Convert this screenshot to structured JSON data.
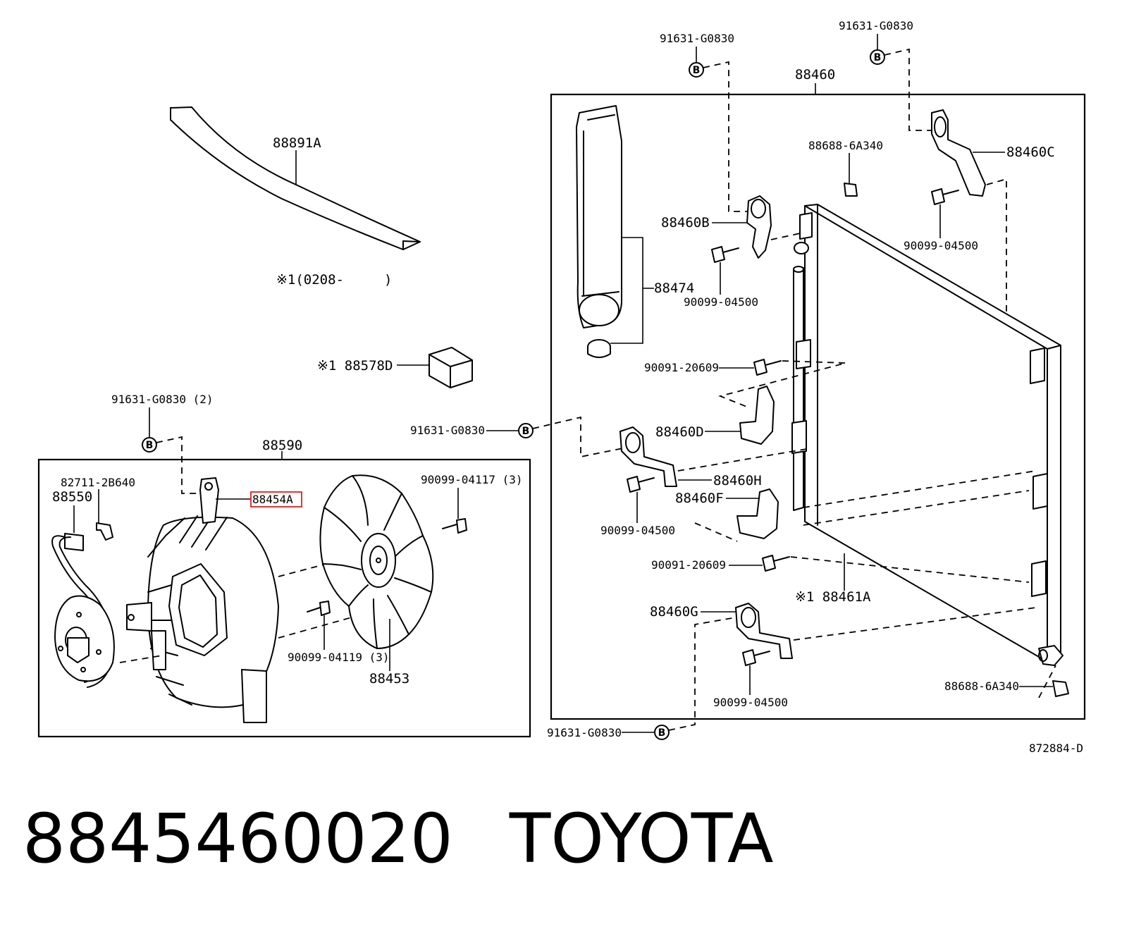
{
  "labels": {
    "p88891a": "88891A",
    "note_0208": "※1(0208-　　　)",
    "p88578d": "※1 88578D",
    "b_2": "91631-G0830 (2)",
    "p88590": "88590",
    "p82711": "82711-2B640",
    "p88550": "88550",
    "p88454a": "88454A",
    "p9009904117": "90099-04117 (3)",
    "p9009904119": "90099-04119 (3)",
    "p88453": "88453",
    "b_top1": "91631-G0830",
    "b_top2": "91631-G0830",
    "p88460": "88460",
    "p886886a340_top": "88688-6A340",
    "p88460c": "88460C",
    "p88460b": "88460B",
    "p9009904500_a": "90099-04500",
    "p9009904500_b": "90099-04500",
    "p88474": "88474",
    "p9009120609_a": "90091-20609",
    "b_mid": "91631-G0830",
    "p88460d": "88460D",
    "p88460h": "88460H",
    "p88460f": "88460F",
    "p9009904500_c": "90099-04500",
    "p9009120609_b": "90091-20609",
    "p88461a": "※1 88461A",
    "p88460g": "88460G",
    "p9009904500_d": "90099-04500",
    "p886886a340_bot": "88688-6A340",
    "b_bottom": "91631-G0830",
    "drawing_no": "872884-D"
  },
  "b_marker": "B",
  "footer": {
    "part_number": "8845460020",
    "brand": "TOYOTA"
  },
  "highlight_color": "#e02020"
}
